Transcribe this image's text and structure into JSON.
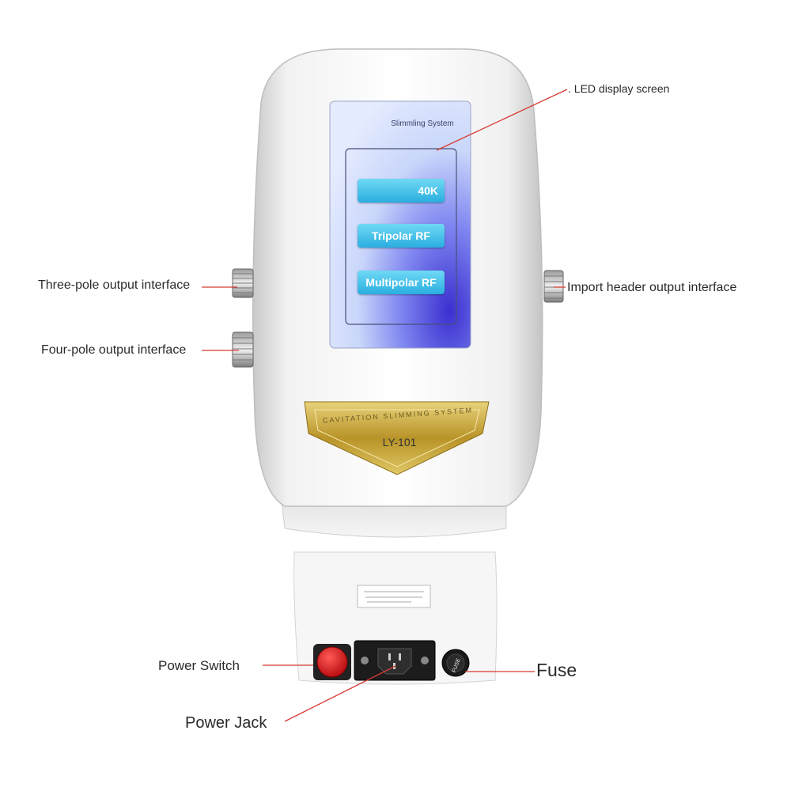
{
  "screen": {
    "title": "Slimmling System",
    "buttons": [
      "40K",
      "Tripolar RF",
      "Multipolar RF"
    ]
  },
  "badge": {
    "brand": "CAVITATION SLIMMING SYSTEM",
    "model": "LY-101"
  },
  "callouts": {
    "led_screen": ". LED display screen",
    "three_pole": "Three-pole output interface",
    "four_pole": "Four-pole output interface",
    "import_header": "Import header output interface",
    "power_switch": "Power Switch",
    "fuse": "Fuse",
    "power_jack": "Power Jack"
  },
  "fuse_cap_text": "FUSE",
  "colors": {
    "leader_line": "#d63a32",
    "body": "#ececec",
    "screen_glow": "#4a3fd8",
    "button": "#2aaee0",
    "power_switch": "#e0161c",
    "badge_gold": "#c9a83a"
  }
}
